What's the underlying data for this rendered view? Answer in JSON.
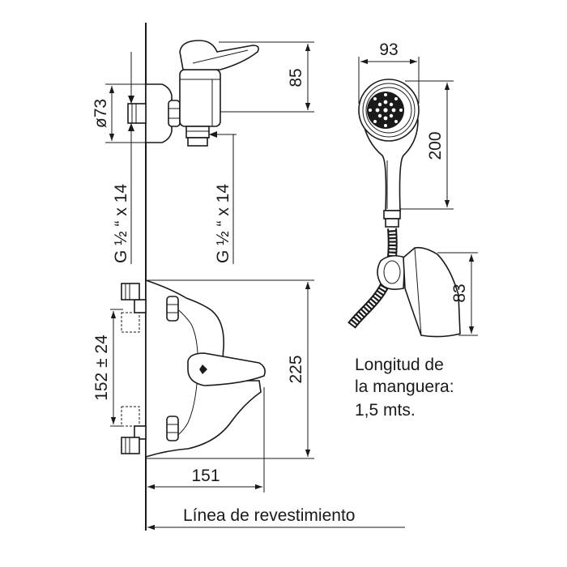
{
  "dimensions": {
    "handshower_width": "93",
    "handshower_length": "200",
    "top_mixer_height": "85",
    "escutcheon_diameter": "ø73",
    "inlet_thread_left": "G ½ “ x 14",
    "outlet_thread": "G ½ “ x 14",
    "holder_height": "83",
    "inlet_spacing": "152 ± 24",
    "front_mixer_height": "225",
    "projection_depth": "151"
  },
  "notes": {
    "hose_line1": "Longitud de",
    "hose_line2": "la manguera:",
    "hose_line3": "1,5 mts.",
    "wall_label": "Línea de revestimiento"
  }
}
